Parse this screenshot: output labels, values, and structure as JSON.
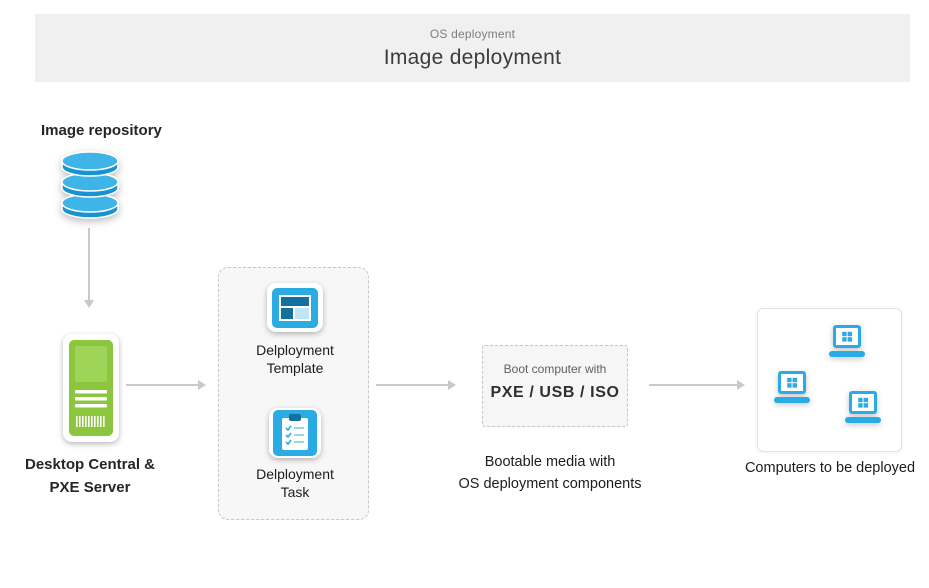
{
  "header": {
    "eyebrow": "OS deployment",
    "title": "Image deployment"
  },
  "repository": {
    "label": "Image repository"
  },
  "server": {
    "label_line1": "Desktop Central &",
    "label_line2": "PXE Server"
  },
  "workflow_box": {
    "template": {
      "line1": "Delployment",
      "line2": "Template"
    },
    "task": {
      "line1": "Delployment",
      "line2": "Task"
    }
  },
  "boot_box": {
    "line1": "Boot computer with",
    "line2": "PXE / USB / ISO"
  },
  "bootable_media": {
    "line1": "Bootable media with",
    "line2": "OS deployment components"
  },
  "computers": {
    "label": "Computers to be deployed"
  },
  "icons": {
    "repository": "database-icon",
    "server": "server-tower-icon",
    "template": "template-window-icon",
    "task": "task-clipboard-icon",
    "computers": "laptop-windows-icon"
  },
  "colors": {
    "accent_blue": "#29abe2",
    "accent_blue_dark": "#1877ab",
    "accent_green": "#8cc63f",
    "arrow_gray": "#c9c9c9",
    "header_bg": "#f0f0f0",
    "dashed_box_bg": "#f7f7f7"
  }
}
